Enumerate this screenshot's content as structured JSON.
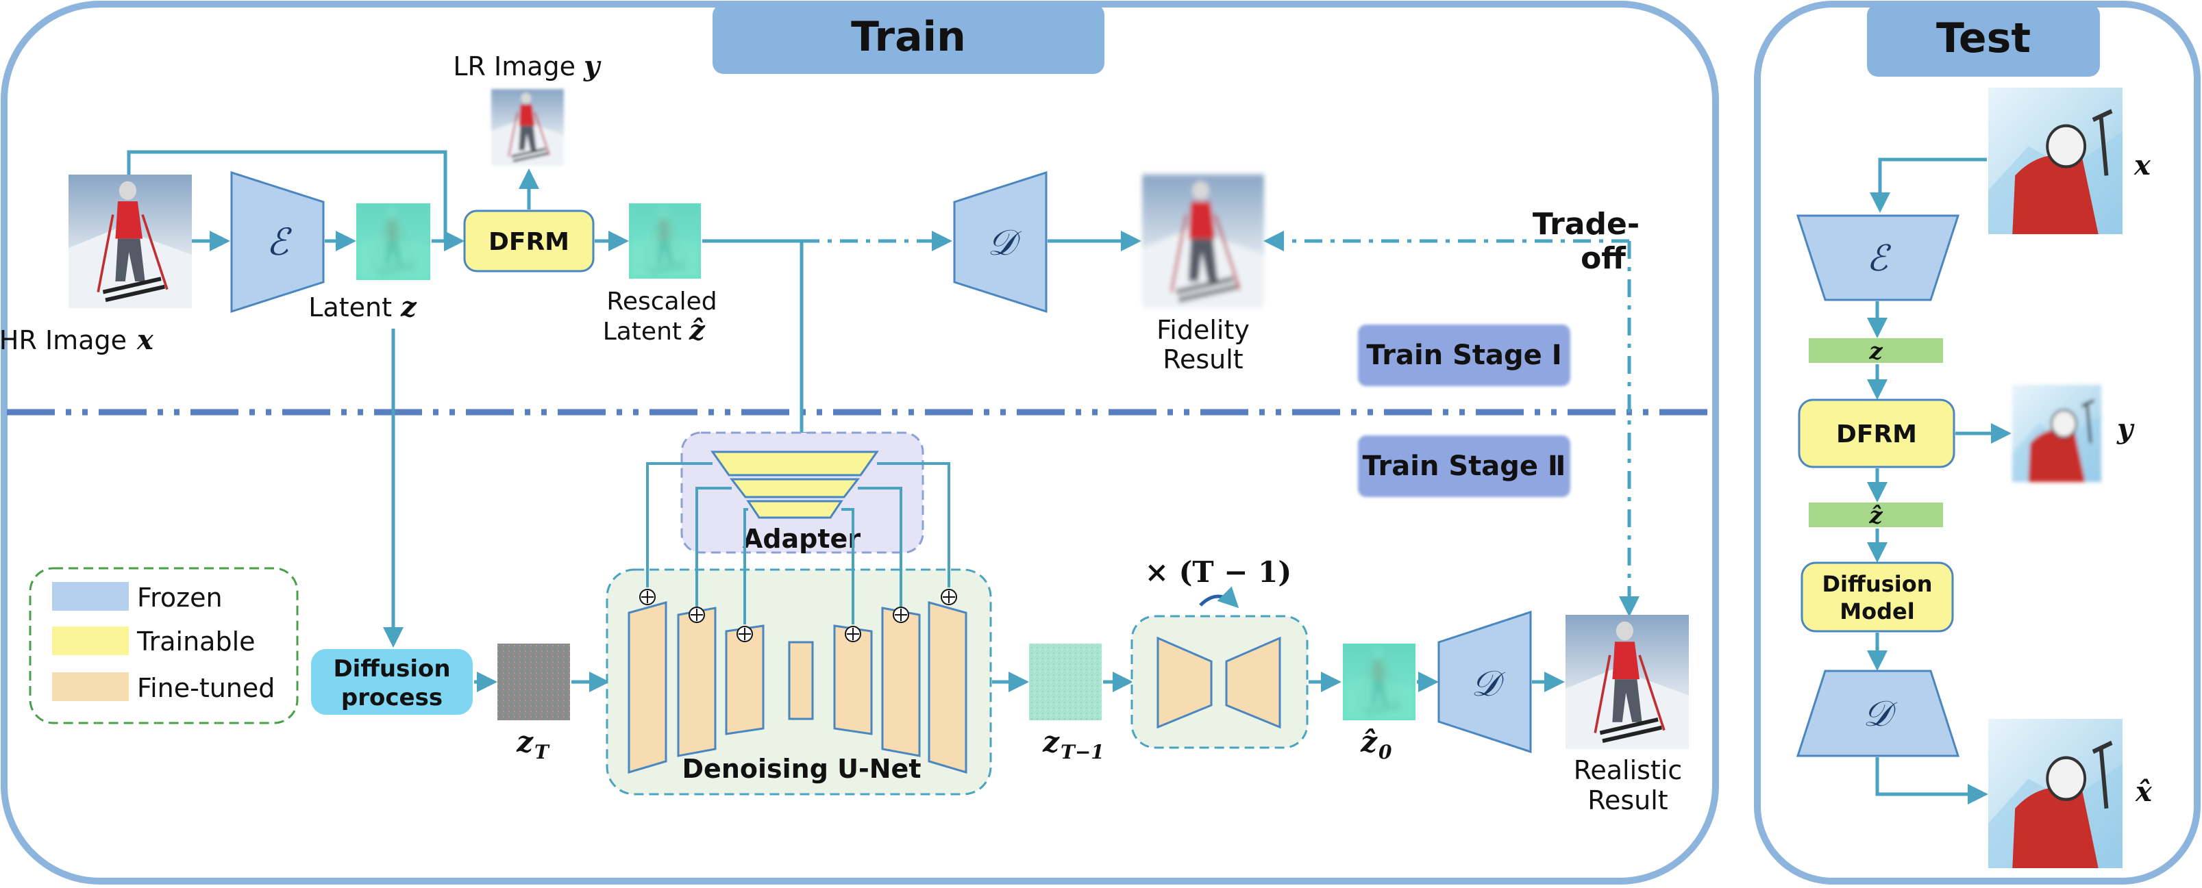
{
  "panels": {
    "train_title": "Train",
    "test_title": "Test"
  },
  "train": {
    "hr_image_label": "HR Image",
    "hr_image_var": "x",
    "lr_image_label": "LR Image",
    "lr_image_var": "y",
    "encoder_symbol": "ℰ",
    "latent_label": "Latent",
    "latent_var": "z",
    "dfrm_label": "DFRM",
    "rescaled_label_line1": "Rescaled",
    "rescaled_label_line2": "Latent",
    "rescaled_var": "ẑ",
    "decoder_symbol": "𝒟",
    "fidelity_line1": "Fidelity",
    "fidelity_line2": "Result",
    "tradeoff_line1": "Trade-",
    "tradeoff_line2": "off",
    "stage1_label": "Train Stage Ⅰ",
    "stage2_label": "Train Stage Ⅱ",
    "adapter_label": "Adapter",
    "diffusion_process_line1": "Diffusion",
    "diffusion_process_line2": "process",
    "zT_label": "z",
    "zT_sub": "T",
    "unet_label": "Denoising U-Net",
    "zT1_label": "z",
    "zT1_sub": "T−1",
    "repeat_label": "× (T − 1)",
    "z0_label": "ẑ",
    "z0_sub": "0",
    "realistic_line1": "Realistic",
    "realistic_line2": "Result"
  },
  "legend": {
    "frozen": "Frozen",
    "trainable": "Trainable",
    "finetuned": "Fine-tuned"
  },
  "test": {
    "x_var": "x",
    "encoder_symbol": "ℰ",
    "z_var": "z",
    "dfrm_label": "DFRM",
    "y_var": "y",
    "zhat_var": "ẑ",
    "diffusion_line1": "Diffusion",
    "diffusion_line2": "Model",
    "decoder_symbol": "𝒟",
    "xhat_var": "x̂"
  },
  "colors": {
    "panel_border": "#8db4dc",
    "title_fill": "#8ab4e0",
    "arrow": "#4aa3c0",
    "frozen": "#b4d0ec",
    "trainable": "#fbf59a",
    "finetuned": "#f6dcb0",
    "stage_box": "#8fa6e0",
    "divider": "#5a7fc0",
    "latent": "#5ee0c0",
    "green_bar": "#a6d88a",
    "diffusion_process": "#7fd6f2"
  }
}
